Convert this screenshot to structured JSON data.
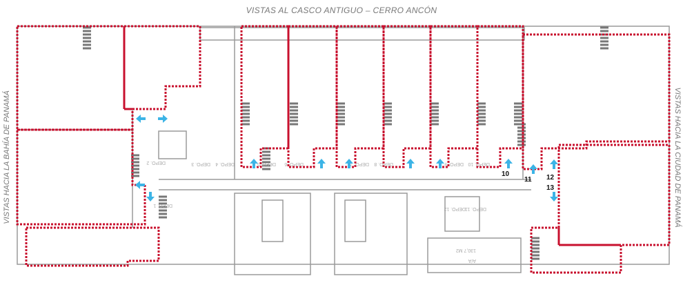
{
  "labels": {
    "top": "VISTAS AL CASCO ANTIGUO – CERRO ANCÓN",
    "left": "VISTAS HACIA LA BAHÍA DE PANAMÁ",
    "right": "VISTAS HACIA LA CIUDAD DE PANAMÁ"
  },
  "storage_labels": [
    "DEPO. 1",
    "DEPO. 2",
    "DEPO. 3",
    "DEPO. 4",
    "DEPO. 5",
    "DEPO. 6",
    "DEPO. 7",
    "DEPO. 8",
    "DEPO. 9",
    "DEPO. 10",
    "DEPO. 11",
    "DEPO. 12"
  ],
  "area_labels": [
    "A/A",
    "130,7 M2"
  ],
  "markers": [
    "10",
    "11",
    "12",
    "13"
  ],
  "colors": {
    "unit_outline": "#c8102e",
    "arrow": "#3cb4e6",
    "wall": "#9a9a9a"
  }
}
